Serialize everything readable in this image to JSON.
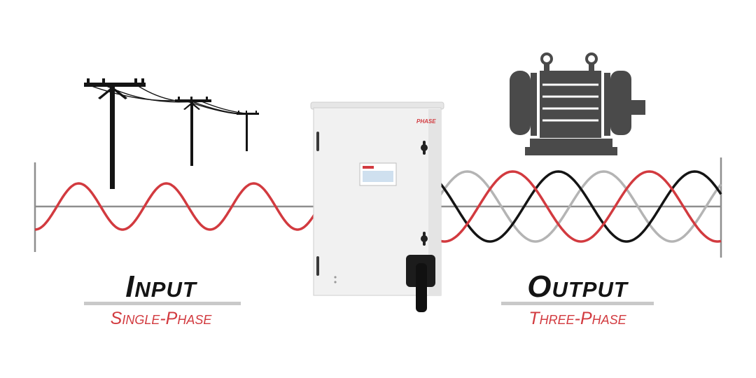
{
  "input": {
    "title": "Input",
    "subtitle": "Single-Phase"
  },
  "output": {
    "title": "Output",
    "subtitle": "Three-Phase"
  },
  "converter": {
    "brand": "PHASE"
  },
  "colors": {
    "red": "#d23a3f",
    "black": "#141414",
    "gray": "#b4b4b4",
    "axis": "#8e8e8e",
    "motor": "#4a4a4a",
    "cabinet": "#f1f1f1"
  },
  "icons": [
    "utility-pole-icon",
    "electric-motor-icon",
    "phase-converter-cabinet"
  ]
}
